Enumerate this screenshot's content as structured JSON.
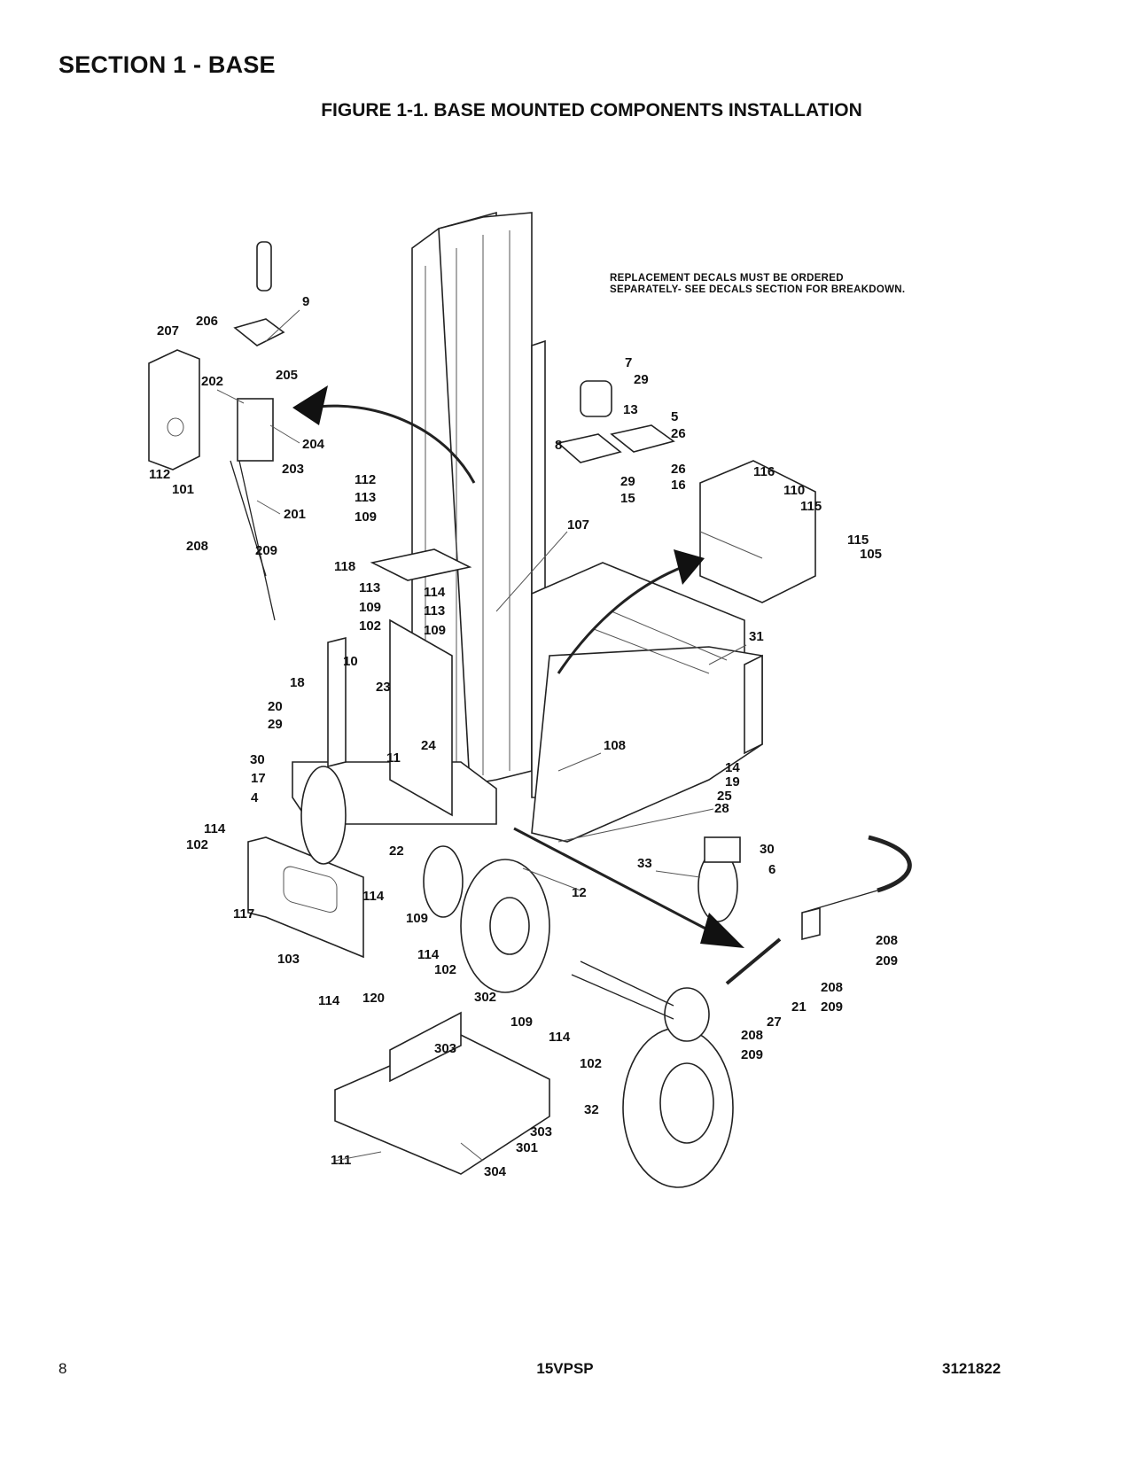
{
  "header": {
    "section_title": "SECTION 1 - BASE",
    "figure_title": "FIGURE 1-1. BASE MOUNTED COMPONENTS INSTALLATION"
  },
  "note": {
    "line1": "REPLACEMENT DECALS MUST BE ORDERED",
    "line2": "SEPARATELY- SEE DECALS SECTION FOR BREAKDOWN."
  },
  "footer": {
    "page_number": "8",
    "model": "15VPSP",
    "document_number": "3121822"
  },
  "callouts": [
    "9",
    "206",
    "207",
    "205",
    "202",
    "204",
    "203",
    "112",
    "101",
    "201",
    "208",
    "209",
    "112",
    "113",
    "109",
    "118",
    "113",
    "109",
    "102",
    "114",
    "113",
    "109",
    "107",
    "7",
    "29",
    "13",
    "5",
    "26",
    "8",
    "26",
    "16",
    "29",
    "15",
    "116",
    "110",
    "115",
    "115",
    "105",
    "31",
    "10",
    "18",
    "23",
    "20",
    "29",
    "24",
    "11",
    "30",
    "17",
    "4",
    "108",
    "14",
    "19",
    "25",
    "28",
    "114",
    "102",
    "22",
    "33",
    "30",
    "6",
    "12",
    "117",
    "114",
    "109",
    "208",
    "209",
    "103",
    "114",
    "102",
    "114",
    "120",
    "302",
    "109",
    "114",
    "303",
    "102",
    "208",
    "209",
    "21",
    "27",
    "208",
    "209",
    "32",
    "303",
    "301",
    "111",
    "304"
  ]
}
